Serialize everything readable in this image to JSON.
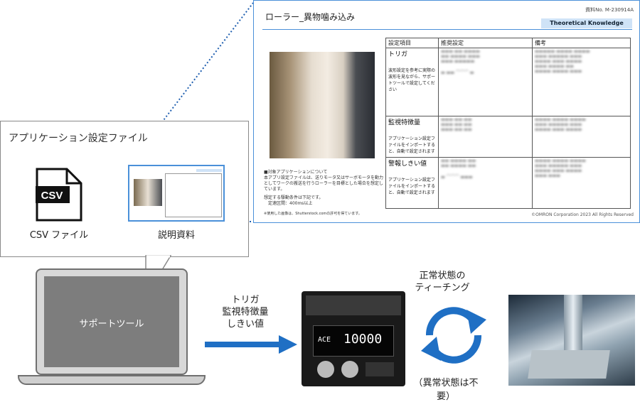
{
  "app_file": {
    "title": "アプリケーション設定ファイル",
    "csv_icon_text": "CSV",
    "csv_label": "CSV ファイル",
    "manual_label": "説明資料"
  },
  "document": {
    "doc_no": "資料No. M-230914A",
    "title": "ローラー_異物噛み込み",
    "badge": "Theoretical  Knowledge",
    "headers": [
      "設定項目",
      "推奨設定",
      "備考"
    ],
    "rows": [
      {
        "item": "トリガ",
        "desc": "波形設定を参考に実際の波形を見ながら、サポートツールで設定してください"
      },
      {
        "item": "監視特徴量",
        "desc": "アプリケーション設定ファイルをインポートすると、自動で設定されます"
      },
      {
        "item": "警報しきい値",
        "desc": "アプリケーション設定ファイルをインポートすると、自動で設定されます"
      }
    ],
    "notes": [
      "■対象アプリケーションについて",
      "本アプリ設定ファイルは、送りモータ又はサーボモータを動力としてワークの搬送を行うローラーを目標とした場合を想定しています。",
      "想定する駆動条件は下記です。",
      "定速区間：400ms以上",
      "※使用した画像は、Shutterstock.comの許可を得ています。"
    ],
    "copyright": "©OMRON Corporation 2023 All Rights Reserved"
  },
  "laptop": {
    "label": "サポートツール"
  },
  "params": [
    "トリガ",
    "監視特徴量",
    "しきい値"
  ],
  "teaching": {
    "top_line1": "正常状態の",
    "top_line2": "ティーチング",
    "bottom": "（異常状態は不要）"
  },
  "device": {
    "display": "10000",
    "left_text": "ACE"
  },
  "colors": {
    "accent": "#1f6fc4",
    "badge": "#cfe3f7"
  }
}
